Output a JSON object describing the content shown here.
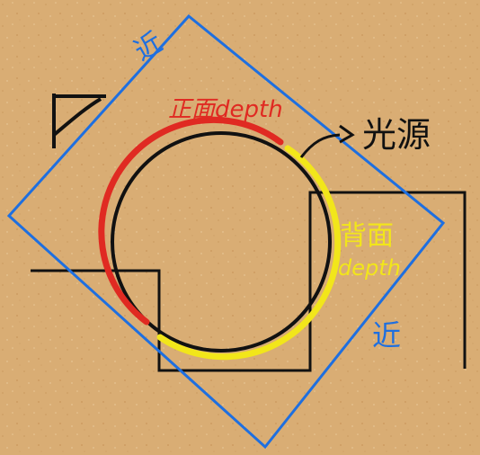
{
  "diagram": {
    "labels": {
      "near_top": "近",
      "front_depth": "正面depth",
      "light_source": "光源",
      "back_depth": "背面",
      "back_depth_word": "depth",
      "near_bottom": "近"
    },
    "colors": {
      "background": "#d9ad74",
      "blue_box": "#1e6fe0",
      "front_arc": "#e02a22",
      "back_arc": "#f2e61a",
      "ink": "#111111"
    }
  }
}
